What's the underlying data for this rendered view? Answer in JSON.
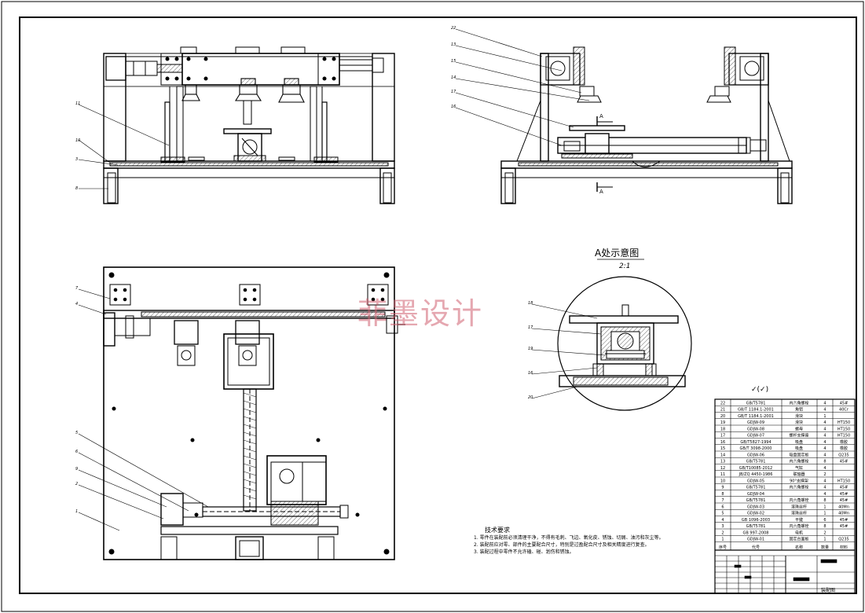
{
  "watermark": "菲墨设计",
  "detail_view": {
    "title": "A处示意图",
    "scale": "2:1"
  },
  "section_label": "A",
  "surface_roughness": "✓(✓)",
  "tech_requirements": {
    "title": "技术要求",
    "notes": [
      "1. 零件在装配前必须清理干净，不得有毛刺、飞边、氧化皮、锈蚀、切屑、油污和灰尘等。",
      "2. 装配前应对零、部件的主要配合尺寸，特别是过盈配合尺寸及相关精度进行复查。",
      "3. 装配过程中零件不允许磕、碰、划伤和锈蚀。"
    ]
  },
  "callouts": {
    "front": [
      "11",
      "10",
      "3",
      "8"
    ],
    "side": [
      "22",
      "13",
      "15",
      "14",
      "17",
      "16"
    ],
    "top": [
      "7",
      "4",
      "5",
      "6",
      "9",
      "2",
      "1"
    ],
    "detail": [
      "18",
      "17",
      "19",
      "16",
      "20"
    ]
  },
  "bom": {
    "rows": [
      {
        "no": "22",
        "code": "GB/T5781",
        "name": "内六角螺栓",
        "qty": "4",
        "mat": "45#"
      },
      {
        "no": "21",
        "code": "GB/T 1184.1-2001",
        "name": "角铝",
        "qty": "4",
        "mat": "40Cr"
      },
      {
        "no": "20",
        "code": "GB/T 1184.1-2001",
        "name": "滑块",
        "qty": "1",
        "mat": ""
      },
      {
        "no": "19",
        "code": "GDJW-09",
        "name": "滑块",
        "qty": "4",
        "mat": "HT150"
      },
      {
        "no": "18",
        "code": "GDJW-08",
        "name": "螺母",
        "qty": "4",
        "mat": "HT150"
      },
      {
        "no": "17",
        "code": "GDJW-07",
        "name": "螺杆支撑座",
        "qty": "4",
        "mat": "HT150"
      },
      {
        "no": "16",
        "code": "GB/T5827-1994",
        "name": "吸盘",
        "qty": "4",
        "mat": "橡胶"
      },
      {
        "no": "15",
        "code": "GB/T 3098-2000",
        "name": "吸盘",
        "qty": "4",
        "mat": "橡胶"
      },
      {
        "no": "14",
        "code": "GDJW-06",
        "name": "吸盘固定板",
        "qty": "4",
        "mat": "Q235"
      },
      {
        "no": "13",
        "code": "GB/T5781",
        "name": "内六角螺栓",
        "qty": "8",
        "mat": "45#"
      },
      {
        "no": "12",
        "code": "GB/T10085-2012",
        "name": "气缸",
        "qty": "4",
        "mat": ""
      },
      {
        "no": "11",
        "code": "JB/ZQ 4450-1986",
        "name": "联轴器",
        "qty": "2",
        "mat": ""
      },
      {
        "no": "10",
        "code": "GDJW-05",
        "name": "90°支撑架",
        "qty": "4",
        "mat": "HT150"
      },
      {
        "no": "9",
        "code": "GB/T5781",
        "name": "内六角螺栓",
        "qty": "4",
        "mat": "45#"
      },
      {
        "no": "8",
        "code": "GDJW-04",
        "name": "",
        "qty": "4",
        "mat": "45#"
      },
      {
        "no": "7",
        "code": "GB/T5781",
        "name": "内六角螺栓",
        "qty": "8",
        "mat": "45#"
      },
      {
        "no": "6",
        "code": "GDJW-03",
        "name": "滚珠丝杆",
        "qty": "1",
        "mat": "40Mn"
      },
      {
        "no": "5",
        "code": "GDJW-02",
        "name": "滚珠丝杆",
        "qty": "1",
        "mat": "40Mn"
      },
      {
        "no": "4",
        "code": "GB 1096-2003",
        "name": "平键",
        "qty": "6",
        "mat": "45#"
      },
      {
        "no": "3",
        "code": "GB/T5781",
        "name": "内六角螺栓",
        "qty": "8",
        "mat": "45#"
      },
      {
        "no": "2",
        "code": "GB 997-2008",
        "name": "电机",
        "qty": "2",
        "mat": ""
      },
      {
        "no": "1",
        "code": "GDJW-01",
        "name": "固定台面板",
        "qty": "1",
        "mat": "Q235"
      }
    ],
    "header": {
      "no": "序号",
      "code": "代号",
      "name": "名称",
      "qty": "数量",
      "mat": "材料"
    }
  },
  "title_block": {
    "cell": "装配图"
  }
}
